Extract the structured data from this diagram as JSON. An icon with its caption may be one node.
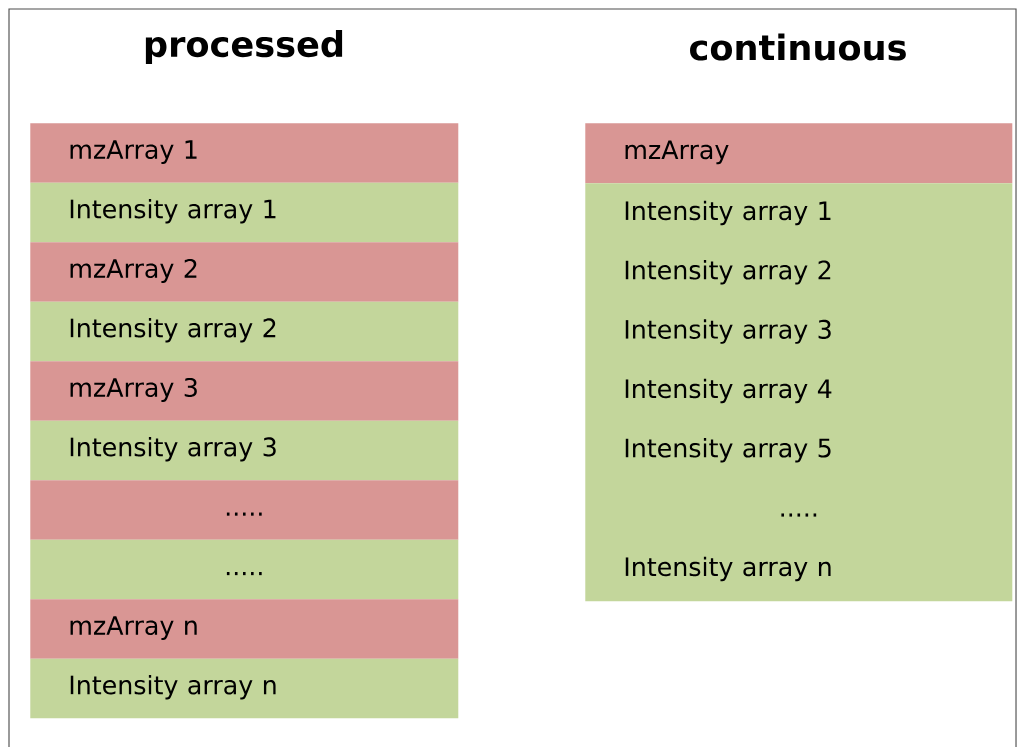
{
  "diagram": {
    "nodes": [
      {
        "text": [
          "mzArray 1"
        ]
      },
      {
        "text": [
          "Intensity array 1"
        ]
      },
      {
        "text": [
          "mzArray 2"
        ]
      },
      {
        "text": [
          "Intensity array 2"
        ]
      },
      {
        "text": [
          "mzArray 3"
        ]
      },
      {
        "text": [
          "Intensity array 3"
        ]
      },
      {
        "text": [
          "....."
        ]
      },
      {
        "text": [
          "....."
        ]
      },
      {
        "text": [
          "mzArray n"
        ]
      },
      {
        "text": [
          "Intensity array n"
        ]
      },
      {
        "text": [
          "mzArray"
        ]
      },
      {
        "text": [
          "Intensity array 1",
          "Intensity array 2",
          "Intensity array 3",
          "Intensity array 4",
          "Intensity array 5",
          ".....",
          "Intensity array n"
        ]
      }
    ],
    "labels": [
      "processed",
      "continuous"
    ]
  }
}
